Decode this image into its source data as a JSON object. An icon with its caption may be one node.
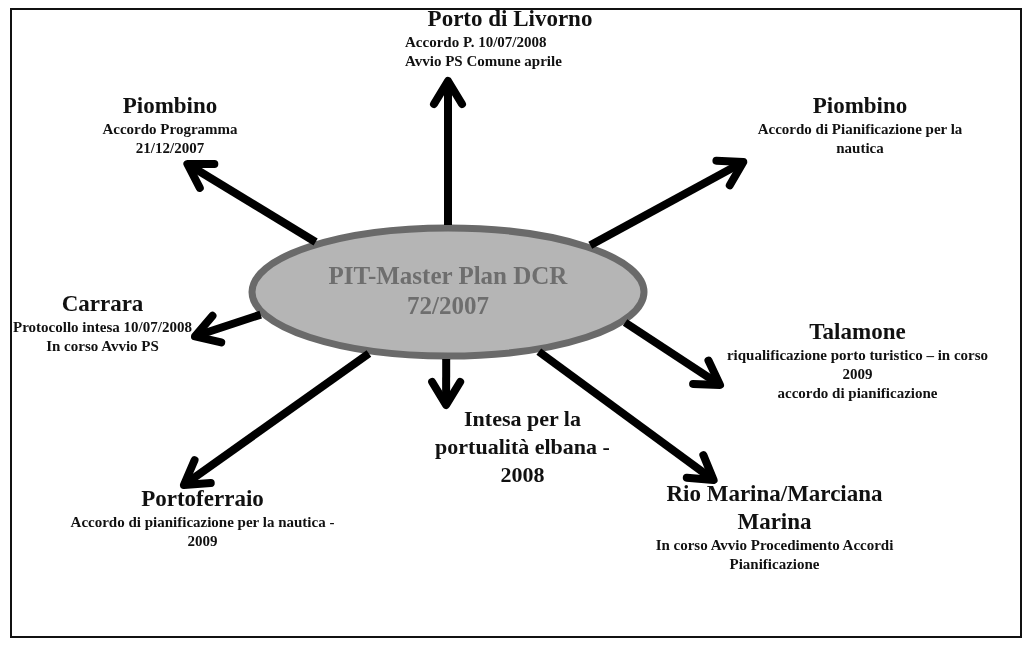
{
  "diagram": {
    "nodes": [
      {
        "text": [
          "PIT-Master Plan DCR 72/2007"
        ]
      },
      {
        "text": [
          "Porto di Livorno",
          "Accordo P. 10/07/2008",
          "Avvio PS Comune aprile"
        ]
      },
      {
        "text": [
          "Piombino",
          "Accordo Programma 21/12/2007"
        ]
      },
      {
        "text": [
          "Piombino",
          "Accordo di Pianificazione per la nautica"
        ]
      },
      {
        "text": [
          "Carrara",
          "Protocollo intesa 10/07/2008",
          "In corso Avvio PS"
        ]
      },
      {
        "text": [
          "Talamone",
          "riqualificazione porto turistico – in corso 2009",
          "accordo di pianificazione"
        ]
      },
      {
        "text": [
          "Intesa per la portualità elbana - 2008"
        ]
      },
      {
        "text": [
          "Portoferraio",
          "Accordo di pianificazione per la nautica - 2009"
        ]
      },
      {
        "text": [
          "Rio Marina/Marciana Marina",
          "In corso Avvio Procedimento Accordi Pianificazione"
        ]
      }
    ],
    "edges": [
      {
        "from": 0,
        "to": 1,
        "arrow": "to"
      },
      {
        "from": 0,
        "to": 2,
        "arrow": "to"
      },
      {
        "from": 0,
        "to": 3,
        "arrow": "to"
      },
      {
        "from": 0,
        "to": 4,
        "arrow": "to"
      },
      {
        "from": 0,
        "to": 5,
        "arrow": "to"
      },
      {
        "from": 0,
        "to": 6,
        "arrow": "to"
      },
      {
        "from": 0,
        "to": 7,
        "arrow": "to"
      },
      {
        "from": 0,
        "to": 8,
        "arrow": "to"
      }
    ]
  }
}
